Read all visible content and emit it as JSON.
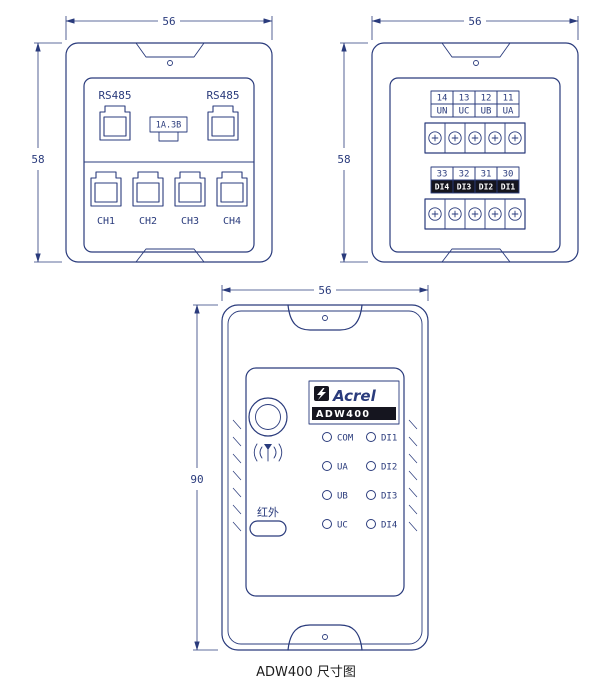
{
  "caption": "ADW400 尺寸图",
  "colors": {
    "line": "#2a3b7c",
    "dark_fill": "#15151f",
    "background": "#ffffff"
  },
  "icons": {
    "rj45_jack": "modular-jack-outline",
    "terminal_screw": "screw-with-cross-slot",
    "antenna": "antenna-with-radiating-waves",
    "acrel_logo": "lightning-bolt-in-square",
    "infrared_window": "rounded-capsule"
  },
  "front_view": {
    "dim_width": "56",
    "dim_height": "58",
    "rs485_left_label": "RS485",
    "rs485_right_label": "RS485",
    "center_component_label": "1A.3B",
    "channel_labels": [
      "CH1",
      "CH2",
      "CH3",
      "CH4"
    ]
  },
  "back_view": {
    "dim_width": "56",
    "dim_height": "58",
    "upper_terminal_numbers": [
      "14",
      "13",
      "12",
      "11"
    ],
    "upper_terminal_names": [
      "UN",
      "UC",
      "UB",
      "UA"
    ],
    "lower_terminal_numbers": [
      "33",
      "32",
      "31",
      "30"
    ],
    "lower_terminal_names": [
      "DI4",
      "DI3",
      "DI2",
      "DI1"
    ]
  },
  "bottom_view": {
    "dim_width": "56",
    "dim_height": "90",
    "brand": "Acrel",
    "model": "ADW400",
    "infrared_label": "红外",
    "led_labels_left": [
      "COM",
      "UA",
      "UB",
      "UC"
    ],
    "led_labels_right": [
      "DI1",
      "DI2",
      "DI3",
      "DI4"
    ]
  }
}
